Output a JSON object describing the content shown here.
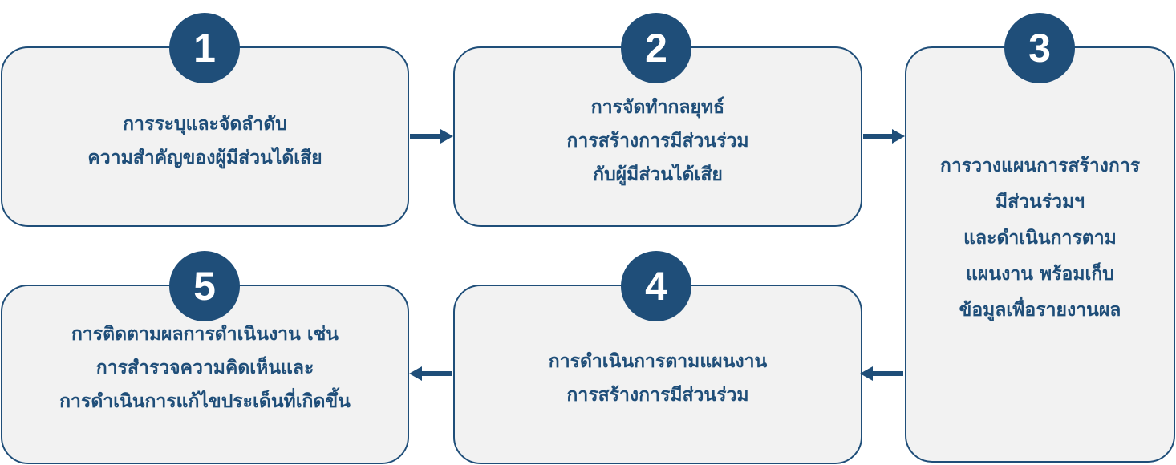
{
  "steps": [
    {
      "number": "1",
      "lines": [
        "การระบุและจัดลำดับ",
        "ความสำคัญของผู้มีส่วนได้เสีย"
      ]
    },
    {
      "number": "2",
      "lines": [
        "การจัดทำกลยุทธ์",
        "การสร้างการมีส่วนร่วม",
        "กับผู้มีส่วนได้เสีย"
      ]
    },
    {
      "number": "3",
      "lines": [
        "การวางแผนการสร้างการ",
        "มีส่วนร่วมฯ",
        "และดำเนินการตาม",
        "แผนงาน พร้อมเก็บ",
        "ข้อมูลเพื่อรายงานผล"
      ]
    },
    {
      "number": "4",
      "lines": [
        "การดำเนินการตามแผนงาน",
        "การสร้างการมีส่วนร่วม"
      ]
    },
    {
      "number": "5",
      "lines": [
        "การติดตามผลการดำเนินงาน เช่น",
        "การสำรวจความคิดเห็นและ",
        "การดำเนินการแก้ไขประเด็นที่เกิดขึ้น"
      ]
    }
  ],
  "colors": {
    "accent": "#1f4e79",
    "box_fill": "#f2f2f2"
  }
}
